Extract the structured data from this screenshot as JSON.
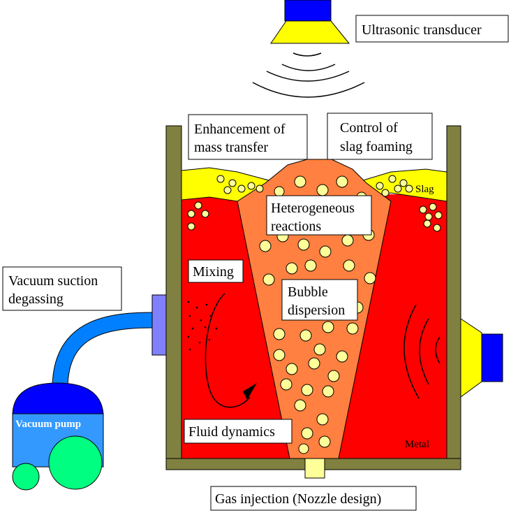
{
  "labels": {
    "ultrasonic_transducer": "Ultrasonic transducer",
    "enhancement_line1": "Enhancement of",
    "enhancement_line2": "mass transfer",
    "control_line1": "Control of",
    "control_line2": "slag foaming",
    "slag": "Slag",
    "heterogeneous_line1": "Heterogeneous",
    "heterogeneous_line2": "reactions",
    "mixing": "Mixing",
    "vacuum_suction_line1": "Vacuum suction",
    "vacuum_suction_line2": "degassing",
    "bubble_line1": "Bubble",
    "bubble_line2": "dispersion",
    "vacuum_pump": "Vacuum pump",
    "fluid_dynamics": "Fluid dynamics",
    "metal": "Metal",
    "gas_injection": "Gas injection (Nozzle design)"
  },
  "colors": {
    "metal": "#ff0000",
    "plume": "#ff8040",
    "slag": "#ffff00",
    "bubble": "#ffff99",
    "vessel_wall": "#808040",
    "transducer_body": "#0000ff",
    "transducer_horn": "#ffff00",
    "pump_top": "#0000ff",
    "pump_body": "#3399ff",
    "wheel": "#00ff80",
    "suction_pipe": "#0080ff",
    "suction_port": "#8080ff",
    "nozzle": "#ffff99"
  },
  "icons": {
    "top_transducer": "ultrasonic-transducer-icon",
    "side_transducer": "ultrasonic-transducer-icon",
    "pump": "vacuum-pump-icon",
    "mixing_arrow": "circular-arrow-icon"
  }
}
